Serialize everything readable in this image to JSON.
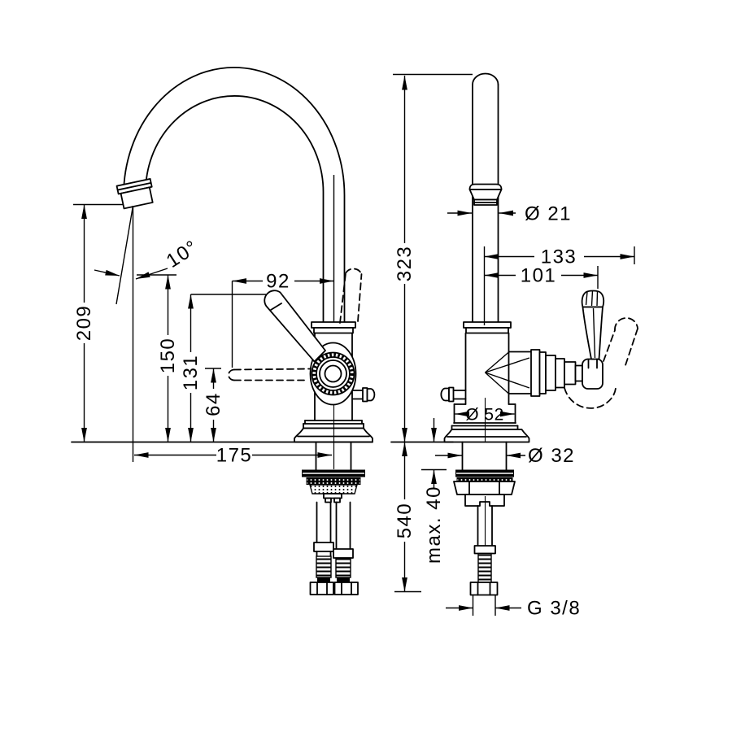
{
  "left_view": {
    "spout_outlet_height": "209",
    "lever_raised_height": "150",
    "lever_tip_height": "131",
    "lever_lowered_height": "64",
    "spout_to_pipe_offset": "92",
    "spout_reach": "175",
    "spout_angle": "10°"
  },
  "right_view": {
    "pipe_height": "323",
    "pipe_diameter": "Ø 21",
    "handle_swing_reach": "133",
    "handle_reach": "101",
    "body_diameter": "Ø 52",
    "shank_diameter": "Ø 32",
    "hose_length": "540",
    "max_counter_thickness": "max. 40",
    "thread_size": "G 3/8"
  }
}
